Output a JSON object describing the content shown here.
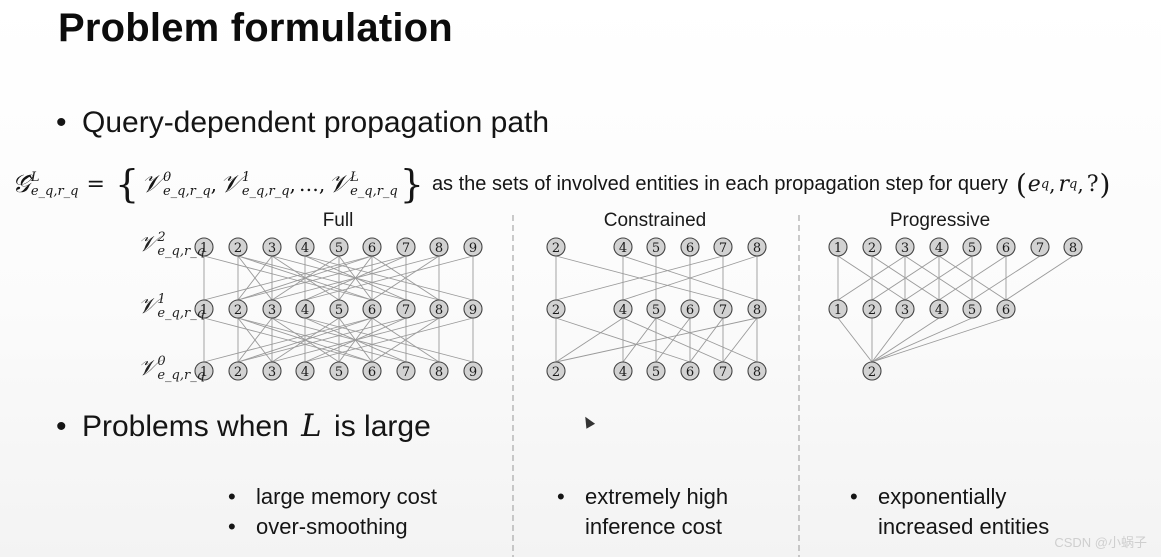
{
  "slide": {
    "title": "Problem formulation",
    "bullet_1": "Query-dependent propagation path",
    "formula": {
      "lhs_symbol": "𝒢̂",
      "lhs_sup": "L",
      "lhs_sub": "e_q,r_q",
      "set_symbol": "𝒱",
      "set_sup_0": "0",
      "set_sup_1": "1",
      "set_sup_L": "L",
      "set_sub": "e_q,r_q",
      "ellipsis": "…",
      "description": "as the sets of involved entities in each propagation step for query",
      "query_e": "e",
      "query_e_sub": "q",
      "query_r": "r",
      "query_r_sub": "q",
      "query_unknown": "?"
    },
    "bullet_2_prefix": "Problems when",
    "bullet_2_var": "L",
    "bullet_2_suffix": "is large",
    "watermark": "CSDN @小蜗子"
  },
  "diagram": {
    "row_labels": [
      {
        "sym": "𝒱",
        "sup": "2",
        "sub": "e_q,r_q"
      },
      {
        "sym": "𝒱",
        "sup": "1",
        "sub": "e_q,r_q"
      },
      {
        "sym": "𝒱",
        "sup": "0",
        "sub": "e_q,r_q"
      }
    ],
    "panels": [
      {
        "name": "Full",
        "rows": [
          [
            "1",
            "2",
            "3",
            "4",
            "5",
            "6",
            "7",
            "8",
            "9"
          ],
          [
            "1",
            "2",
            "3",
            "4",
            "5",
            "6",
            "7",
            "8",
            "9"
          ],
          [
            "1",
            "2",
            "3",
            "4",
            "5",
            "6",
            "7",
            "8",
            "9"
          ]
        ]
      },
      {
        "name": "Constrained",
        "rows": [
          [
            "2",
            "4",
            "5",
            "6",
            "7",
            "8"
          ],
          [
            "2",
            "4",
            "5",
            "6",
            "7",
            "8"
          ],
          [
            "2",
            "4",
            "5",
            "6",
            "7",
            "8"
          ]
        ]
      },
      {
        "name": "Progressive",
        "rows": [
          [
            "1",
            "2",
            "3",
            "4",
            "5",
            "6",
            "7",
            "8"
          ],
          [
            "1",
            "2",
            "3",
            "4",
            "5",
            "6"
          ],
          [
            "2"
          ]
        ]
      }
    ],
    "problems": [
      {
        "lines": [
          "large memory cost",
          "over-smoothing"
        ],
        "bulleted_lines": [
          true,
          true
        ]
      },
      {
        "lines": [
          "extremely high",
          "inference cost"
        ],
        "bulleted_lines": [
          true,
          false
        ]
      },
      {
        "lines": [
          "exponentially",
          "increased entities"
        ],
        "bulleted_lines": [
          true,
          false
        ]
      }
    ],
    "colors": {
      "node_fill": "#d2d2d2",
      "node_stroke": "#444444",
      "edge": "#9a9a9a",
      "divider": "#a8a8a8"
    }
  }
}
